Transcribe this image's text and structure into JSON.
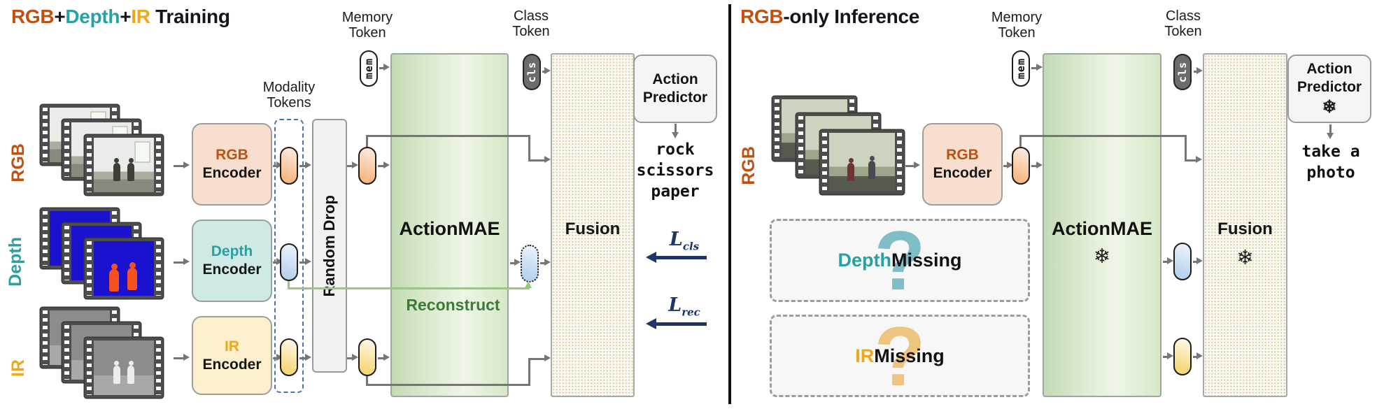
{
  "icons": {
    "snowflake": "❄",
    "question_mark": "?"
  },
  "colors": {
    "rgb": "#c2500f",
    "depth": "#26a2a2",
    "ir": "#efa81a",
    "navy": "#1c3667",
    "recon_green": "#3e7a35"
  },
  "left": {
    "title": {
      "rgb": "RGB",
      "plus1": "+",
      "depth": "Depth",
      "plus2": "+",
      "ir": "IR",
      "suffix": " Training"
    },
    "memory_token_label": "Memory\nToken",
    "class_token_label": "Class\nToken",
    "modality_tokens_label": "Modality\nTokens",
    "mem_token": "mem",
    "cls_token": "cls",
    "random_drop": "Random Drop",
    "actionmae": "ActionMAE",
    "reconstruct": "Reconstruct",
    "fusion": "Fusion",
    "action_predictor": "Action\nPredictor",
    "prediction": "rock\nscissors\npaper",
    "loss_cls": {
      "symbol": "L",
      "sub": "cls"
    },
    "loss_rec": {
      "symbol": "L",
      "sub": "rec"
    },
    "rows": [
      {
        "label": "RGB",
        "encoder_name": "RGB",
        "encoder_word": "Encoder"
      },
      {
        "label": "Depth",
        "encoder_name": "Depth",
        "encoder_word": "Encoder"
      },
      {
        "label": "IR",
        "encoder_name": "IR",
        "encoder_word": "Encoder"
      }
    ]
  },
  "right": {
    "title": {
      "rgb": "RGB",
      "suffix": "-only Inference"
    },
    "memory_token_label": "Memory\nToken",
    "class_token_label": "Class\nToken",
    "mem_token": "mem",
    "cls_token": "cls",
    "rgb_label": "RGB",
    "encoder_name": "RGB",
    "encoder_word": "Encoder",
    "actionmae": "ActionMAE",
    "fusion": "Fusion",
    "action_predictor": "Action\nPredictor",
    "prediction": "take a\nphoto",
    "depth_missing": {
      "modality": "Depth",
      "rest": " Missing"
    },
    "ir_missing": {
      "modality": "IR",
      "rest": " Missing"
    }
  }
}
